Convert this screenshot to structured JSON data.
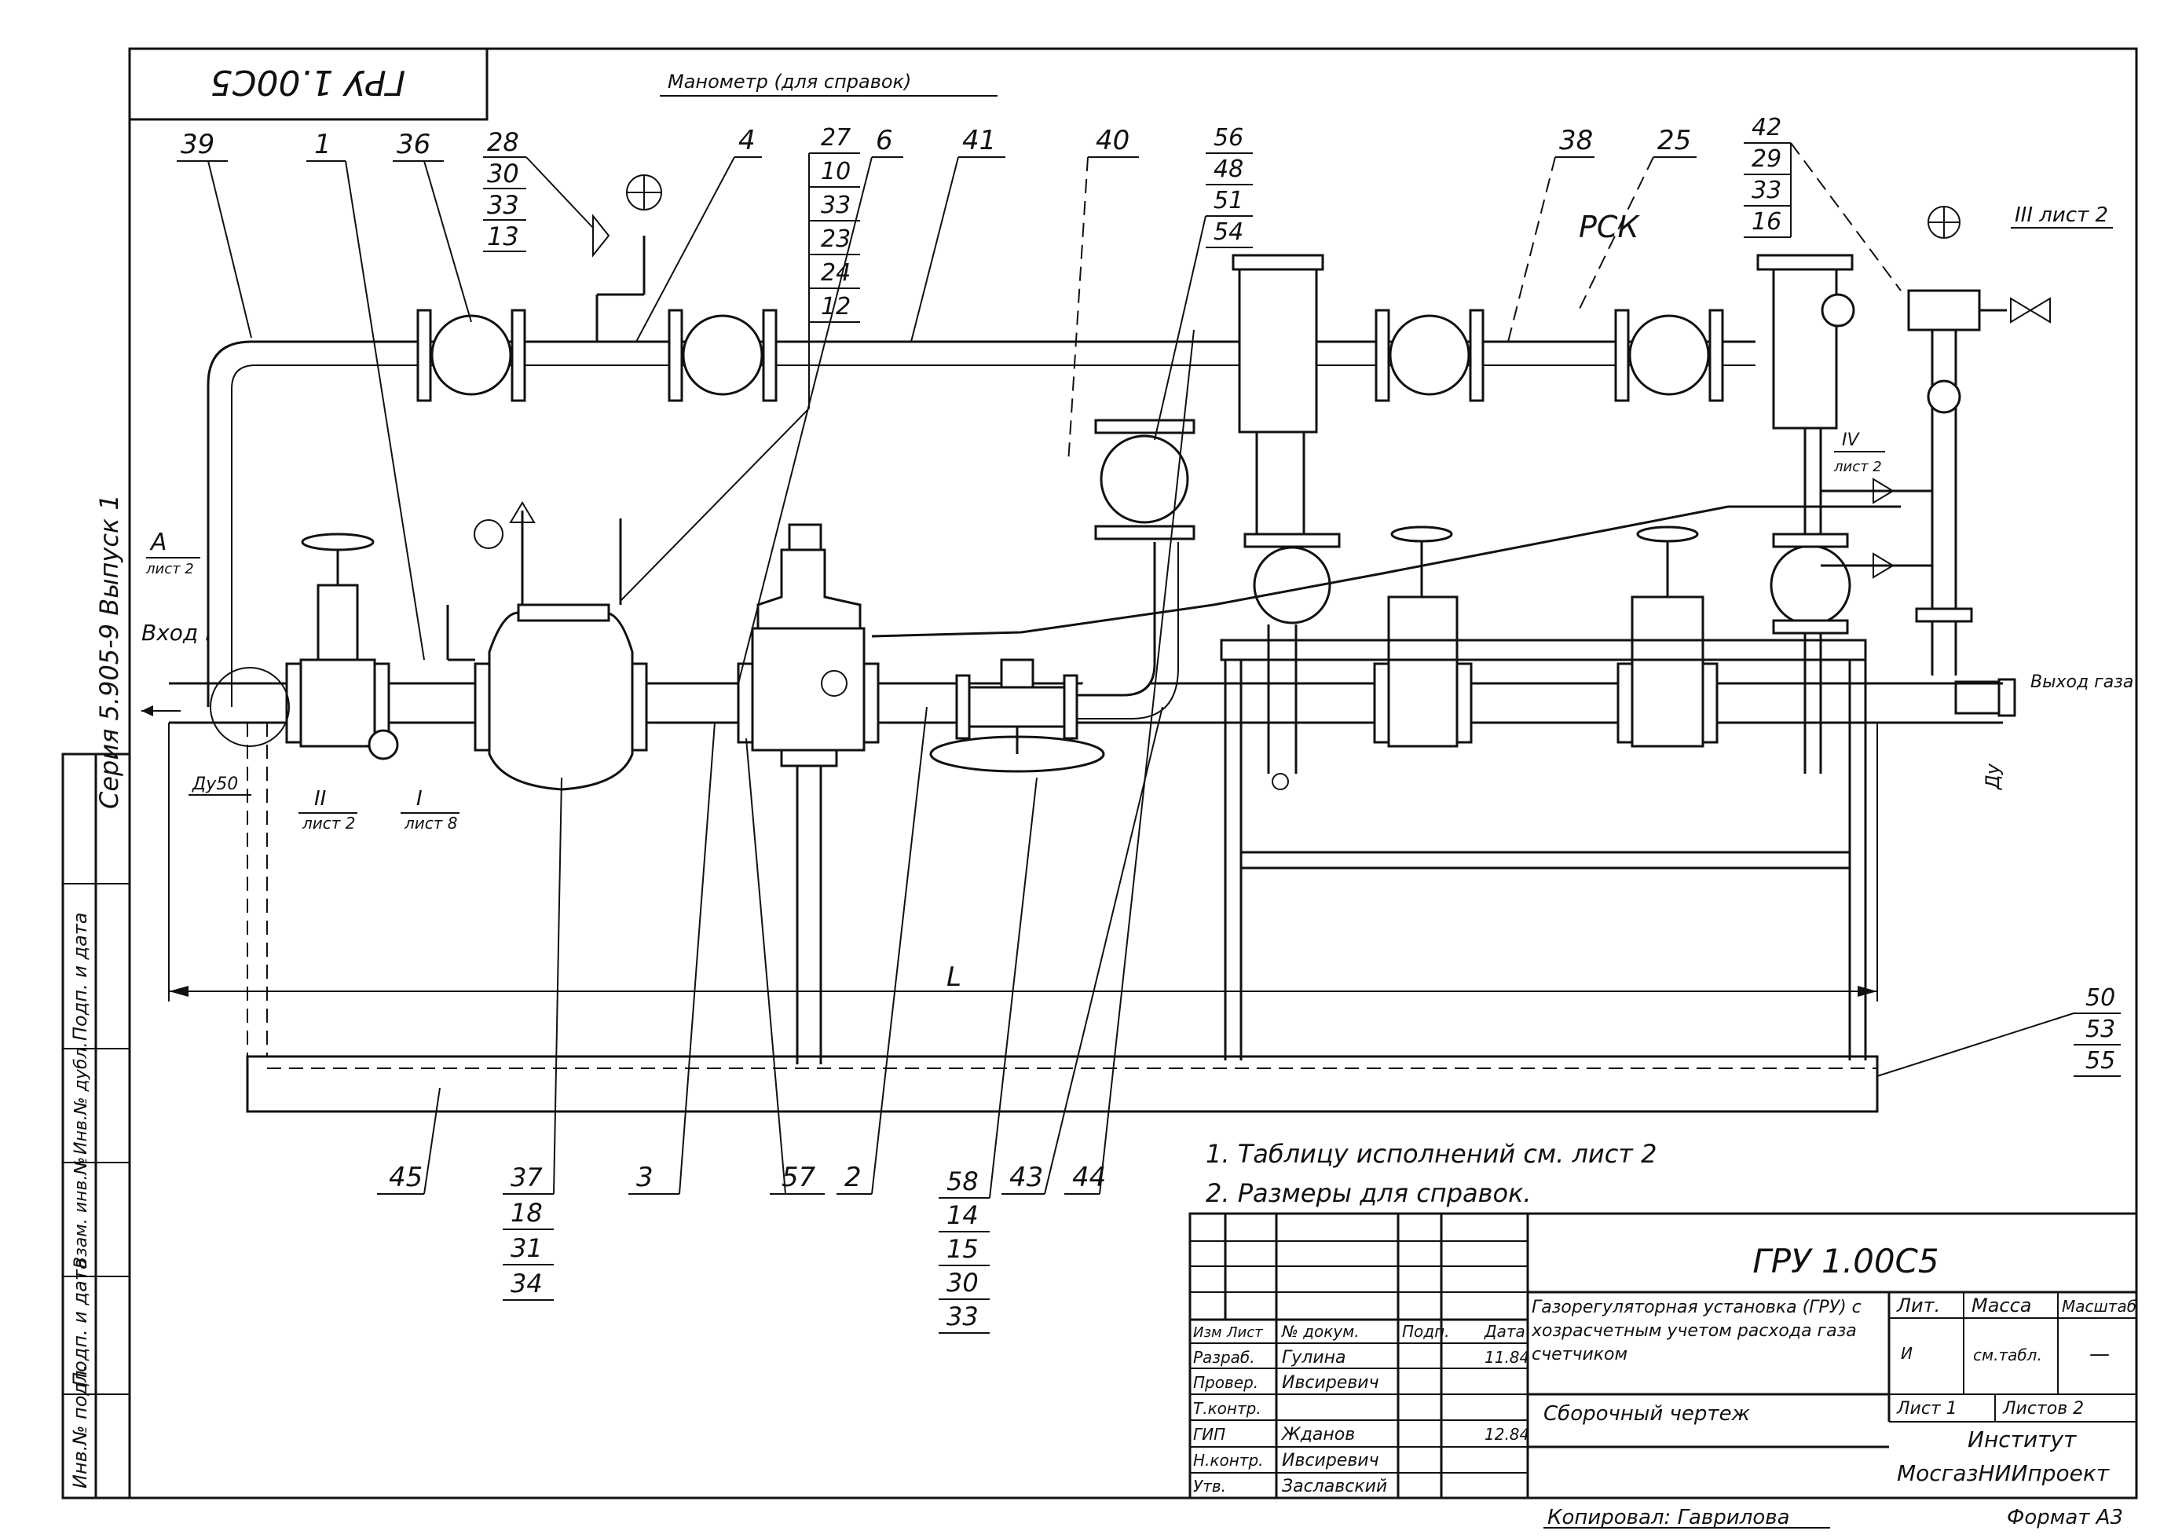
{
  "stamp_rotated": "ГРУ 1.00С5",
  "manometer_note": "Манометр (для справок)",
  "series_vertical": "Серия 5.905-9 Выпуск 1",
  "inlet_label": "Вход газа",
  "outlet_label": "Выход газа",
  "view_a": {
    "letter": "А",
    "sheet": "лист 2"
  },
  "view_ii": {
    "numeral": "II",
    "sheet": "лист 2"
  },
  "view_i": {
    "numeral": "I",
    "sheet": "лист 8"
  },
  "view_iii": "III лист 2",
  "view_iv": {
    "numeral": "IV",
    "sheet": "лист 2"
  },
  "du50": "Ду50",
  "du": "Ду",
  "dimension_l": "L",
  "callouts_top": [
    {
      "id": "39",
      "text": "39"
    },
    {
      "id": "1",
      "text": "1"
    },
    {
      "id": "36",
      "text": "36"
    },
    {
      "id": "4",
      "text": "4"
    },
    {
      "id": "6",
      "text": "6"
    },
    {
      "id": "41",
      "text": "41"
    },
    {
      "id": "40",
      "text": "40"
    },
    {
      "id": "38",
      "text": "38"
    },
    {
      "id": "25",
      "text": "25"
    }
  ],
  "stack_28": [
    "28",
    "30",
    "33",
    "13"
  ],
  "stack_27": [
    "27",
    "10",
    "33",
    "23",
    "24",
    "12"
  ],
  "stack_56": [
    "56",
    "48",
    "51",
    "54"
  ],
  "stack_42": [
    "42",
    "29",
    "33",
    "16"
  ],
  "stack_50": [
    "50",
    "53",
    "55"
  ],
  "callouts_bottom": [
    {
      "id": "45",
      "text": "45"
    },
    {
      "id": "3",
      "text": "3"
    },
    {
      "id": "57",
      "text": "57"
    },
    {
      "id": "2",
      "text": "2"
    },
    {
      "id": "44",
      "text": "44"
    }
  ],
  "stack_37": [
    "37",
    "18",
    "31",
    "34"
  ],
  "stack_58": [
    "58",
    "14",
    "15",
    "30",
    "33"
  ],
  "label_43": "43",
  "handwritten_rsk": "РСК",
  "notes": [
    "1. Таблицу исполнений см. лист 2",
    "2. Размеры для справок."
  ],
  "title_block": {
    "code": "ГРУ 1.00С5",
    "description": "Газорегуляторная установка (ГРУ) с хозрасчетным учетом расхода газа счетчиком",
    "drawing_type": "Сборочный чертеж",
    "head": [
      "Изм",
      "Лист",
      "№ докум.",
      "Подп.",
      "Дата"
    ],
    "rows": [
      {
        "role": "Разраб.",
        "name": "Гулина",
        "date": "11.84"
      },
      {
        "role": "Провер.",
        "name": "Ивсиревич",
        "date": ""
      },
      {
        "role": "Т.контр.",
        "name": "",
        "date": ""
      },
      {
        "role": "ГИП",
        "name": "Жданов",
        "date": "12.84"
      },
      {
        "role": "Н.контр.",
        "name": "Ивсиревич",
        "date": ""
      },
      {
        "role": "Утв.",
        "name": "Заславский",
        "date": ""
      }
    ],
    "lit_header": "Лит.",
    "mass_header": "Масса",
    "scale_header": "Масштаб",
    "lit_value": "И",
    "mass_value": "см.табл.",
    "scale_value": "—",
    "sheet_label": "Лист 1",
    "sheets_label": "Листов 2",
    "institute_line1": "Институт",
    "institute_line2": "МосгазНИИпроект"
  },
  "left_strip": [
    "Инв.№ подл.",
    "Подп. и дата",
    "Взам. инв.№",
    "Инв.№ дубл.",
    "Подп. и дата"
  ],
  "copied_by": "Копировал: Гаврилова",
  "format": "Формат А3"
}
